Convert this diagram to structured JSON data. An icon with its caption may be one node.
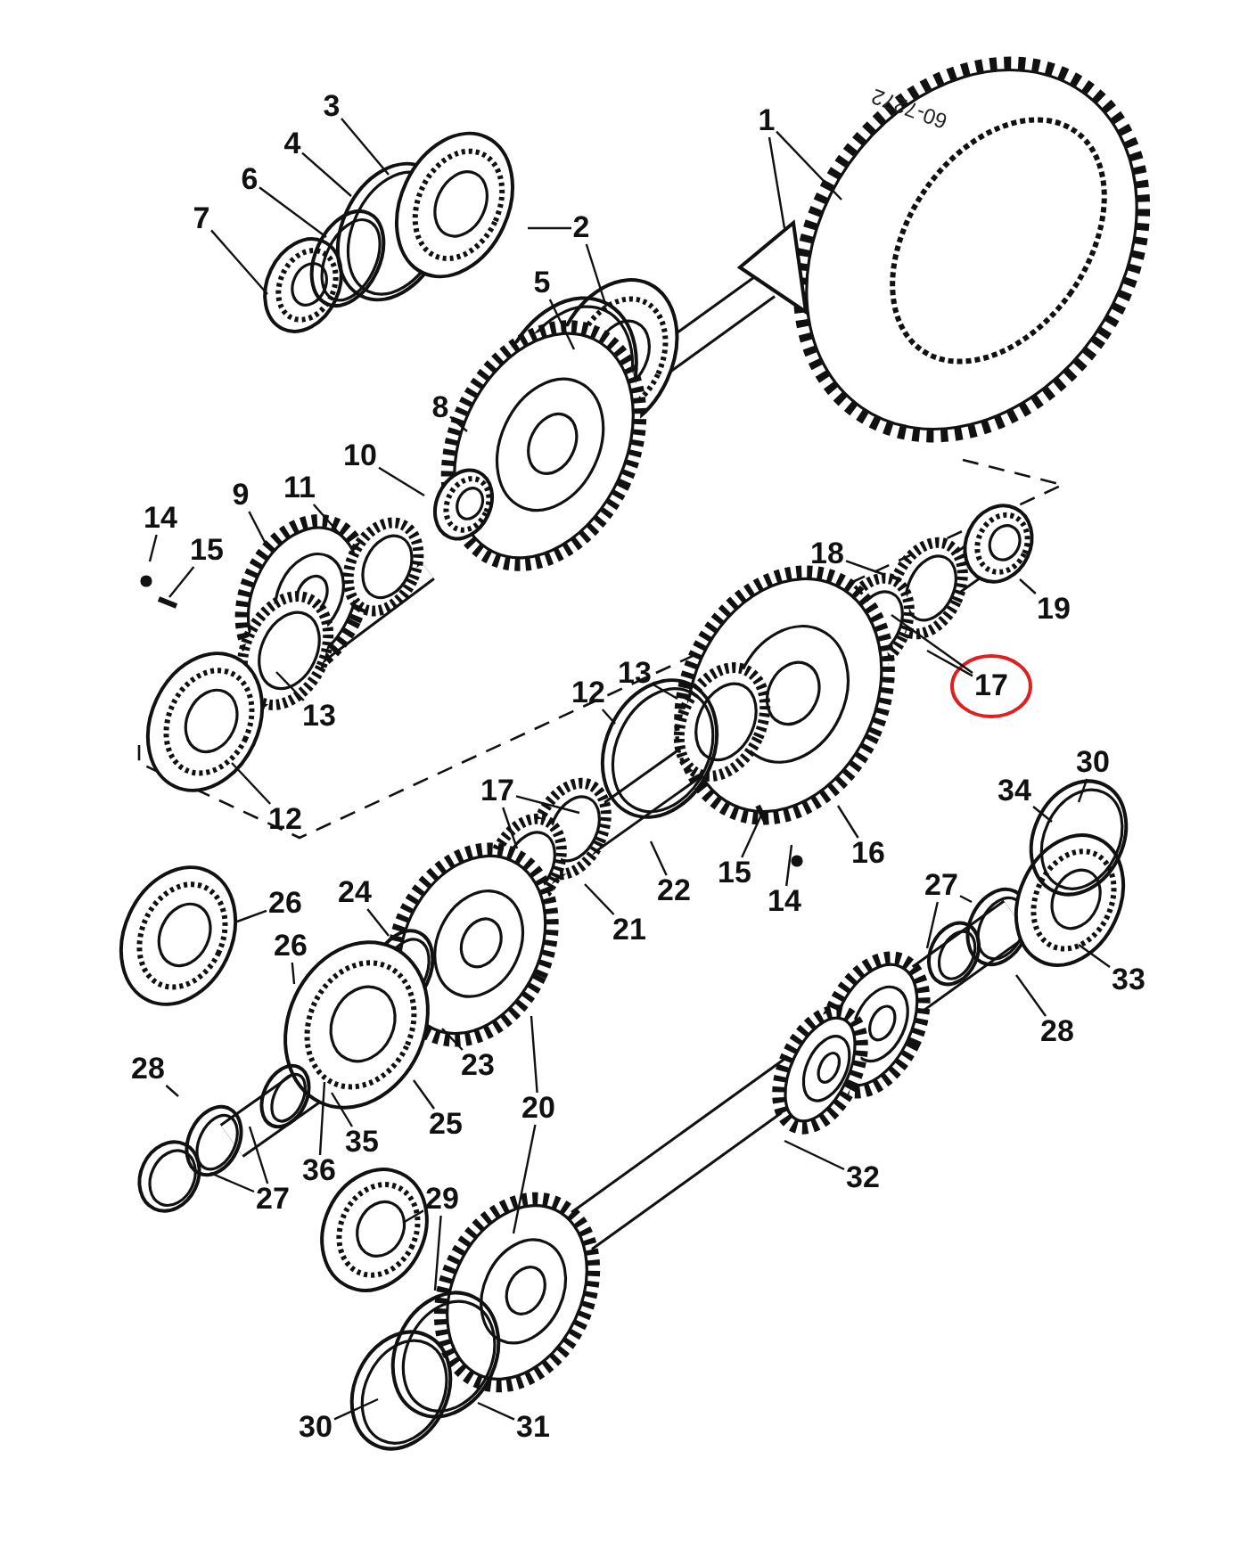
{
  "diagram": {
    "nodes": [
      {
        "text": [
          "1"
        ]
      },
      {
        "text": [
          "3"
        ]
      },
      {
        "text": [
          "4"
        ]
      },
      {
        "text": [
          "6"
        ]
      },
      {
        "text": [
          "7"
        ]
      },
      {
        "text": [
          "2"
        ]
      },
      {
        "text": [
          "5"
        ]
      },
      {
        "text": [
          "8"
        ]
      },
      {
        "text": [
          "10"
        ]
      },
      {
        "text": [
          "9"
        ]
      },
      {
        "text": [
          "11"
        ]
      },
      {
        "text": [
          "14"
        ]
      },
      {
        "text": [
          "15"
        ]
      },
      {
        "text": [
          "18"
        ]
      },
      {
        "text": [
          "19"
        ]
      },
      {
        "text": [
          "17"
        ]
      },
      {
        "text": [
          "13"
        ]
      },
      {
        "text": [
          "12"
        ]
      },
      {
        "text": [
          "12"
        ]
      },
      {
        "text": [
          "13"
        ]
      },
      {
        "text": [
          "16"
        ]
      },
      {
        "text": [
          "17"
        ]
      },
      {
        "text": [
          "15"
        ]
      },
      {
        "text": [
          "14"
        ]
      },
      {
        "text": [
          "22"
        ]
      },
      {
        "text": [
          "21"
        ]
      },
      {
        "text": [
          "30"
        ]
      },
      {
        "text": [
          "34"
        ]
      },
      {
        "text": [
          "27"
        ]
      },
      {
        "text": [
          "33"
        ]
      },
      {
        "text": [
          "28"
        ]
      },
      {
        "text": [
          "26"
        ]
      },
      {
        "text": [
          "24"
        ]
      },
      {
        "text": [
          "26"
        ]
      },
      {
        "text": [
          "23"
        ]
      },
      {
        "text": [
          "25"
        ]
      },
      {
        "text": [
          "20"
        ]
      },
      {
        "text": [
          "28"
        ]
      },
      {
        "text": [
          "35"
        ]
      },
      {
        "text": [
          "36"
        ]
      },
      {
        "text": [
          "27"
        ]
      },
      {
        "text": [
          "32"
        ]
      },
      {
        "text": [
          "29"
        ]
      },
      {
        "text": [
          "30"
        ]
      },
      {
        "text": [
          "31"
        ]
      }
    ],
    "edges": [
      {
        "from": 0,
        "to": null,
        "arrow": "none"
      },
      {
        "from": 0,
        "to": null,
        "arrow": "none"
      },
      {
        "from": 1,
        "to": null,
        "arrow": "none"
      },
      {
        "from": 2,
        "to": null,
        "arrow": "none"
      },
      {
        "from": 3,
        "to": null,
        "arrow": "none"
      },
      {
        "from": 4,
        "to": null,
        "arrow": "none"
      },
      {
        "from": 5,
        "to": null,
        "arrow": "none"
      },
      {
        "from": 5,
        "to": null,
        "arrow": "none"
      },
      {
        "from": 6,
        "to": null,
        "arrow": "none"
      },
      {
        "from": 7,
        "to": null,
        "arrow": "none"
      },
      {
        "from": 8,
        "to": null,
        "arrow": "none"
      },
      {
        "from": 9,
        "to": null,
        "arrow": "none"
      },
      {
        "from": 10,
        "to": null,
        "arrow": "none"
      },
      {
        "from": 11,
        "to": null,
        "arrow": "none"
      },
      {
        "from": 12,
        "to": null,
        "arrow": "none"
      },
      {
        "from": 13,
        "to": null,
        "arrow": "none"
      },
      {
        "from": 14,
        "to": null,
        "arrow": "none"
      },
      {
        "from": 15,
        "to": null,
        "arrow": "none"
      },
      {
        "from": 15,
        "to": null,
        "arrow": "none"
      },
      {
        "from": 16,
        "to": null,
        "arrow": "none"
      },
      {
        "from": 17,
        "to": null,
        "arrow": "none"
      },
      {
        "from": 18,
        "to": null,
        "arrow": "none"
      },
      {
        "from": 19,
        "to": null,
        "arrow": "none"
      },
      {
        "from": 20,
        "to": null,
        "arrow": "none"
      },
      {
        "from": 21,
        "to": null,
        "arrow": "none"
      },
      {
        "from": 21,
        "to": null,
        "arrow": "none"
      },
      {
        "from": 22,
        "to": null,
        "arrow": "none"
      },
      {
        "from": 23,
        "to": null,
        "arrow": "none"
      },
      {
        "from": 24,
        "to": null,
        "arrow": "none"
      },
      {
        "from": 25,
        "to": null,
        "arrow": "none"
      },
      {
        "from": 26,
        "to": null,
        "arrow": "none"
      },
      {
        "from": 27,
        "to": null,
        "arrow": "none"
      },
      {
        "from": 28,
        "to": null,
        "arrow": "none"
      },
      {
        "from": 28,
        "to": null,
        "arrow": "none"
      },
      {
        "from": 29,
        "to": null,
        "arrow": "none"
      },
      {
        "from": 30,
        "to": null,
        "arrow": "none"
      },
      {
        "from": 31,
        "to": null,
        "arrow": "none"
      },
      {
        "from": 32,
        "to": null,
        "arrow": "none"
      },
      {
        "from": 33,
        "to": null,
        "arrow": "none"
      },
      {
        "from": 34,
        "to": null,
        "arrow": "none"
      },
      {
        "from": 35,
        "to": null,
        "arrow": "none"
      },
      {
        "from": 36,
        "to": null,
        "arrow": "none"
      },
      {
        "from": 36,
        "to": null,
        "arrow": "none"
      },
      {
        "from": 37,
        "to": null,
        "arrow": "none"
      },
      {
        "from": 38,
        "to": null,
        "arrow": "none"
      },
      {
        "from": 39,
        "to": null,
        "arrow": "none"
      },
      {
        "from": 40,
        "to": null,
        "arrow": "none"
      },
      {
        "from": 40,
        "to": null,
        "arrow": "none"
      },
      {
        "from": 41,
        "to": null,
        "arrow": "none"
      },
      {
        "from": 42,
        "to": null,
        "arrow": "none"
      },
      {
        "from": 42,
        "to": null,
        "arrow": "none"
      },
      {
        "from": 43,
        "to": null,
        "arrow": "none"
      },
      {
        "from": 44,
        "to": null,
        "arrow": "none"
      }
    ],
    "labels": [
      "60-7272"
    ]
  }
}
